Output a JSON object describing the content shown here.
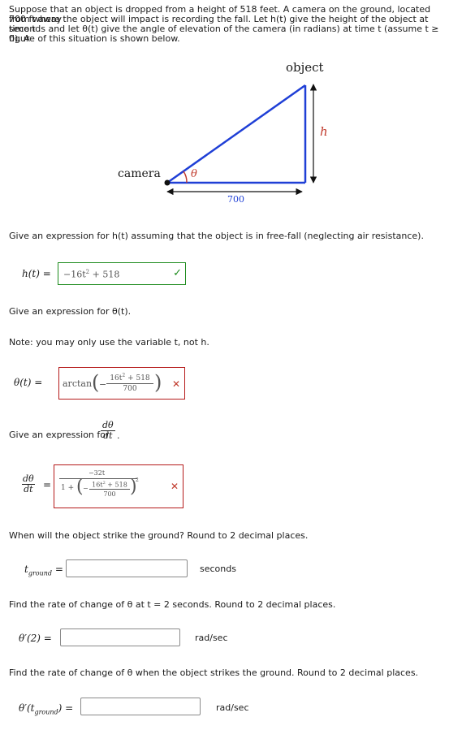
{
  "intro": {
    "line1": "Suppose that an object is dropped from a height of 518 feet. A camera on the ground, located 700 ft away",
    "line2": "from where the object will impact is recording the fall. Let h(t) give the height of the object at time t",
    "line3": "seconds and let θ(t) give the angle of elevation of the camera (in radians) at time t (assume t ≥ 0). A",
    "line4": "figure of this situation is shown below."
  },
  "figure": {
    "label_object": "object",
    "label_camera": "camera",
    "label_theta": "θ",
    "label_h": "h",
    "label_700": "700",
    "colors": {
      "hypotenuse": "#1f3fd6",
      "theta": "#c0392b",
      "h": "#c0392b",
      "ground": "#1f3fd6"
    }
  },
  "q1": {
    "prompt": "Give an expression for h(t) assuming that the object is in free-fall (neglecting air resistance).",
    "lhs": "h(t) =",
    "answer_a": "−16t",
    "answer_exp": "2",
    "answer_b": " + 518",
    "status": "correct"
  },
  "q2": {
    "prompt": "Give an expression for θ(t).",
    "note": "Note: you may only use the variable t, not h.",
    "lhs": "θ(t) =",
    "fn": "arctan",
    "num_a": "16t",
    "num_exp": "2",
    "num_b": " + 518",
    "den": "700",
    "status": "incorrect"
  },
  "q3": {
    "prompt": "Give an expression for",
    "frac_num": "dθ",
    "frac_den": "dt",
    "lhs_num": "dθ",
    "lhs_den": "dt",
    "eq": "=",
    "outer_num": "−32t",
    "one_plus": "1 +",
    "inner_num_a": "16t",
    "inner_num_exp": "2",
    "inner_num_b": " + 518",
    "inner_den": "700",
    "inner_exp": "2",
    "status": "incorrect"
  },
  "q4": {
    "prompt": "When will the object strike the ground? Round to 2 decimal places.",
    "lhs": "t",
    "lhs_sub": "ground",
    "eq": "=",
    "value": "",
    "unit": "seconds"
  },
  "q5": {
    "prompt": "Find the rate of change of θ at t = 2 seconds. Round to 2 decimal places.",
    "lhs": "θ′(2) =",
    "value": "",
    "unit": "rad/sec"
  },
  "q6": {
    "prompt": "Find the rate of change of θ when the object strikes the ground. Round to 2 decimal places.",
    "lhs": "θ′(t",
    "lhs_sub": "ground",
    "lhs_end": ") =",
    "value": "",
    "unit": "rad/sec"
  }
}
